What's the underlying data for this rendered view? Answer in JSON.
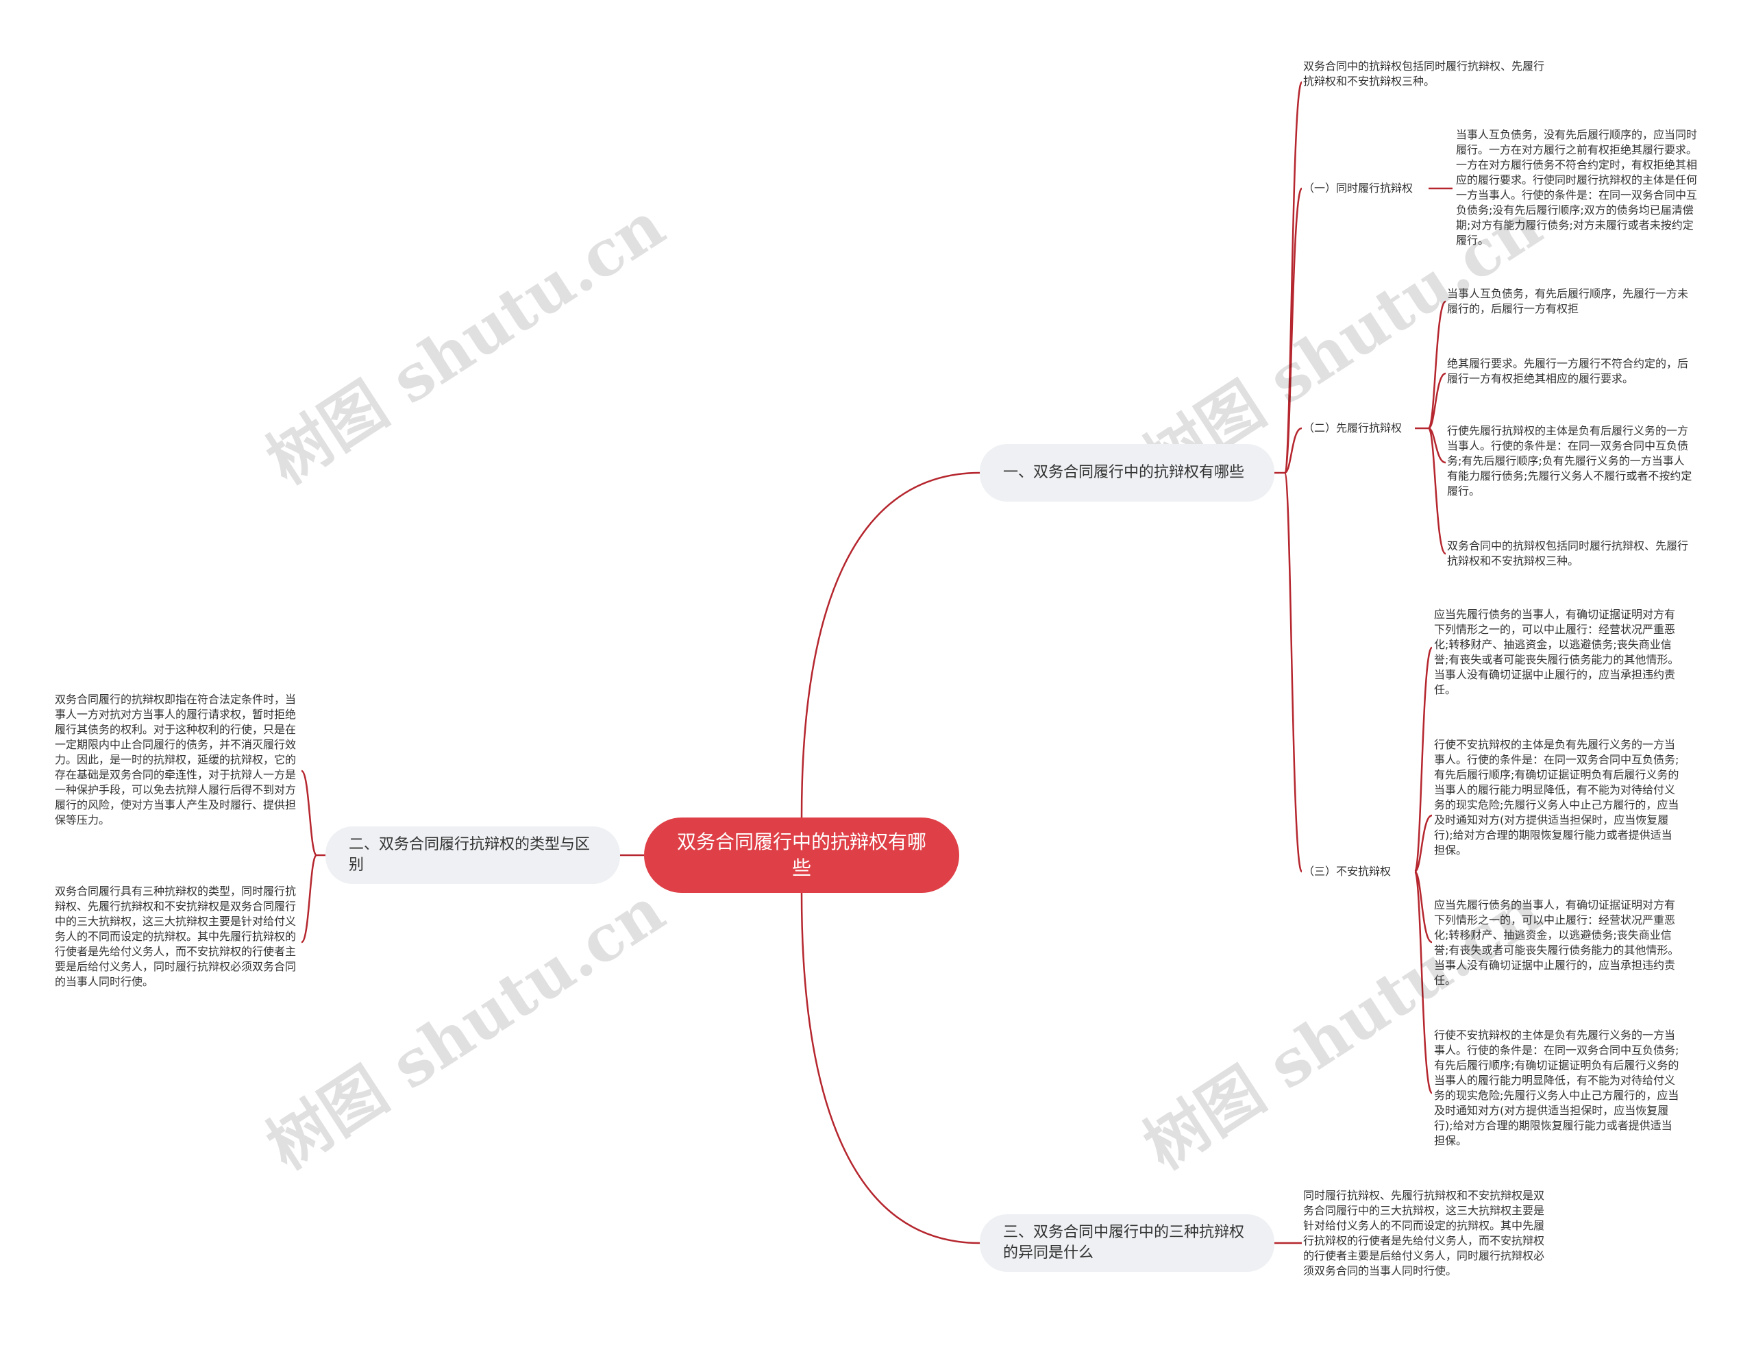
{
  "watermark": "树图 shutu.cn",
  "root": {
    "label": "双务合同履行中的抗辩权有哪些"
  },
  "branches": [
    {
      "label": "一、双务合同履行中的抗辩权有哪些"
    },
    {
      "label": "二、双务合同履行抗辩权的类型与区别"
    },
    {
      "label": "三、双务合同中履行中的三种抗辩权的异同是什么"
    }
  ],
  "branch1": {
    "intro": "双务合同中的抗辩权包括同时履行抗辩权、先履行抗辩权和不安抗辩权三种。",
    "subs": [
      {
        "label": "（一）同时履行抗辩权",
        "leaves": [
          "当事人互负债务，没有先后履行顺序的，应当同时履行。一方在对方履行之前有权拒绝其履行要求。一方在对方履行债务不符合约定时，有权拒绝其相应的履行要求。行使同时履行抗辩权的主体是任何一方当事人。行使的条件是：在同一双务合同中互负债务;没有先后履行顺序;双方的债务均已届清偿期;对方有能力履行债务;对方未履行或者未按约定履行。"
        ]
      },
      {
        "label": "（二）先履行抗辩权",
        "leaves": [
          "当事人互负债务，有先后履行顺序，先履行一方未履行的，后履行一方有权拒",
          "绝其履行要求。先履行一方履行不符合约定的，后履行一方有权拒绝其相应的履行要求。",
          "行使先履行抗辩权的主体是负有后履行义务的一方当事人。行使的条件是：在同一双务合同中互负债务;有先后履行顺序;负有先履行义务的一方当事人有能力履行债务;先履行义务人不履行或者不按约定履行。",
          "双务合同中的抗辩权包括同时履行抗辩权、先履行抗辩权和不安抗辩权三种。"
        ]
      },
      {
        "label": "（三）不安抗辩权",
        "leaves": [
          "应当先履行债务的当事人，有确切证据证明对方有下列情形之一的，可以中止履行：经营状况严重恶化;转移财产、抽逃资金，以逃避债务;丧失商业信誉;有丧失或者可能丧失履行债务能力的其他情形。当事人没有确切证据中止履行的，应当承担违约责任。",
          "行使不安抗辩权的主体是负有先履行义务的一方当事人。行使的条件是：在同一双务合同中互负债务;有先后履行顺序;有确切证据证明负有后履行义务的当事人的履行能力明显降低，有不能为对待给付义务的现实危险;先履行义务人中止己方履行的，应当及时通知对方(对方提供适当担保时，应当恢复履行);给对方合理的期限恢复履行能力或者提供适当担保。",
          "应当先履行债务的当事人，有确切证据证明对方有下列情形之一的，可以中止履行：经营状况严重恶化;转移财产、抽逃资金，以逃避债务;丧失商业信誉;有丧失或者可能丧失履行债务能力的其他情形。当事人没有确切证据中止履行的，应当承担违约责任。",
          "行使不安抗辩权的主体是负有先履行义务的一方当事人。行使的条件是：在同一双务合同中互负债务;有先后履行顺序;有确切证据证明负有后履行义务的当事人的履行能力明显降低，有不能为对待给付义务的现实危险;先履行义务人中止己方履行的，应当及时通知对方(对方提供适当担保时，应当恢复履行);给对方合理的期限恢复履行能力或者提供适当担保。"
        ]
      }
    ]
  },
  "branch2": {
    "leaves": [
      "双务合同履行的抗辩权即指在符合法定条件时，当事人一方对抗对方当事人的履行请求权，暂时拒绝履行其债务的权利。对于这种权利的行使，只是在一定期限内中止合同履行的债务，并不消灭履行效力。因此，是一时的抗辩权，延缓的抗辩权，它的存在基础是双务合同的牵连性，对于抗辩人一方是一种保护手段，可以免去抗辩人履行后得不到对方履行的风险，使对方当事人产生及时履行、提供担保等压力。",
      "双务合同履行具有三种抗辩权的类型，同时履行抗辩权、先履行抗辩权和不安抗辩权是双务合同履行中的三大抗辩权，这三大抗辩权主要是针对给付义务人的不同而设定的抗辩权。其中先履行抗辩权的行使者是先给付义务人，而不安抗辩权的行使者主要是后给付义务人，同时履行抗辩权必须双务合同的当事人同时行使。"
    ]
  },
  "branch3": {
    "leaves": [
      "同时履行抗辩权、先履行抗辩权和不安抗辩权是双务合同履行中的三大抗辩权，这三大抗辩权主要是针对给付义务人的不同而设定的抗辩权。其中先履行抗辩权的行使者是先给付义务人，而不安抗辩权的行使者主要是后给付义务人，同时履行抗辩权必须双务合同的当事人同时行使。"
    ]
  }
}
